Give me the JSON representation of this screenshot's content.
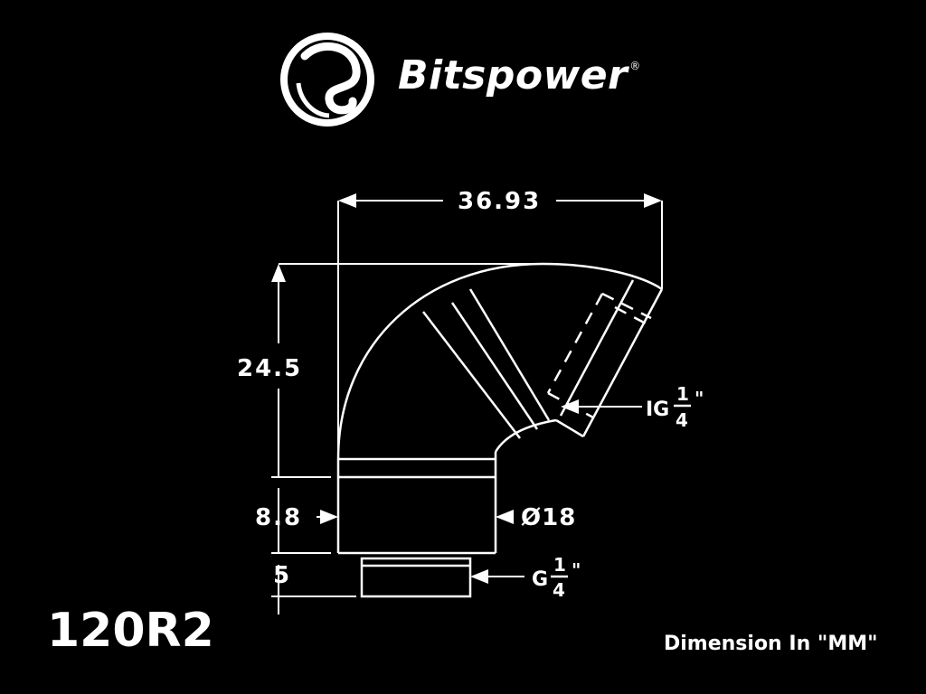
{
  "brand": {
    "name": "Bitspower",
    "trademark": "®"
  },
  "model": "120R2",
  "units_note": "Dimension  In  \"MM\"",
  "dimensions": {
    "width": "36.93",
    "height": "24.5",
    "base_height": "8.8",
    "thread_height": "5",
    "diameter": "Ø18"
  },
  "callouts": {
    "inner_thread": {
      "prefix": "IG",
      "num": "1",
      "den": "4",
      "unit": "\""
    },
    "outer_thread": {
      "prefix": "G",
      "num": "1",
      "den": "4",
      "unit": "\""
    }
  },
  "colors": {
    "background": "#000000",
    "line": "#ffffff"
  }
}
